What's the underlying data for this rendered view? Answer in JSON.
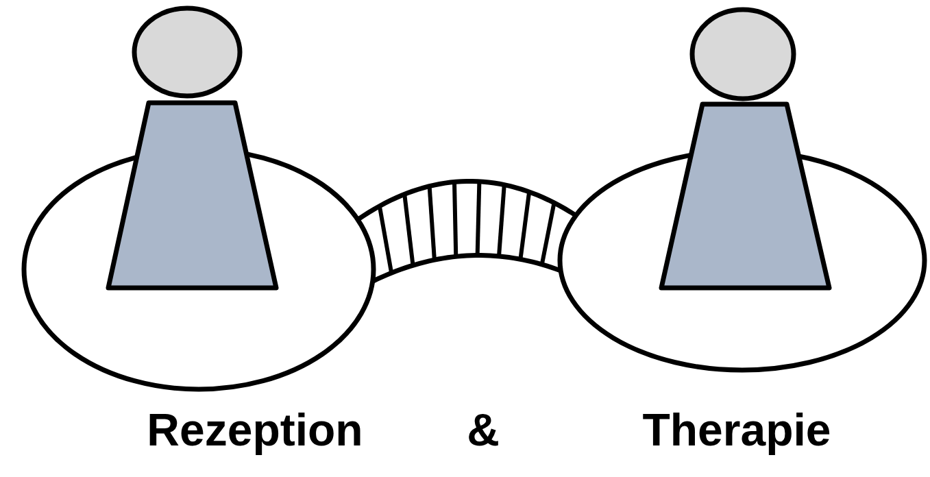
{
  "diagram": {
    "nodes": [
      {
        "text": [
          "Rezeption"
        ]
      },
      {
        "text": [
          "Therapie"
        ]
      }
    ],
    "edges": [
      {
        "from": 0,
        "to": 1,
        "arrow": "none"
      }
    ],
    "labels": [
      "&"
    ]
  }
}
